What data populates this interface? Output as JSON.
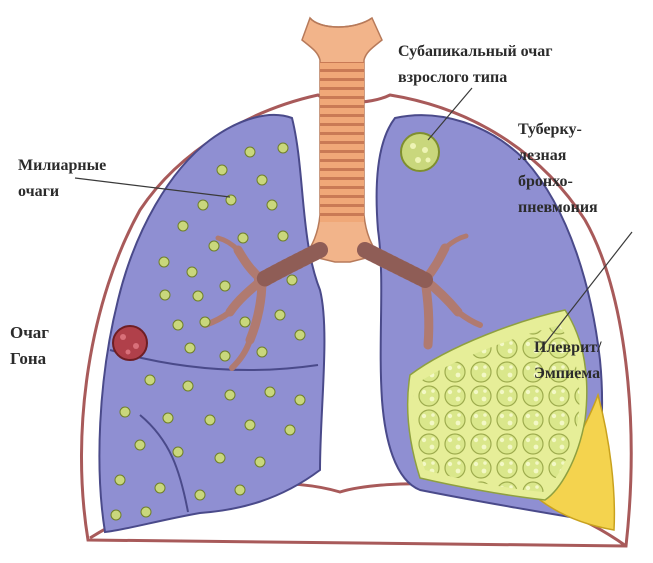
{
  "labels": {
    "miliary_line1": "Милиарные",
    "miliary_line2": "очаги",
    "ghon_line1": "Очаг",
    "ghon_line2": "Гона",
    "subapical_line1": "Субапикальный очаг",
    "subapical_line2": "взрослого типа",
    "tb_line1": "Туберку-",
    "tb_line2": "лезная",
    "tb_line3": "бронхо-",
    "tb_line4": "пневмония",
    "pleurisy_line1": "Плеврит/",
    "pleurisy_line2": "Эмпиема"
  },
  "colors": {
    "lung": "#8f8fd2",
    "lung_dark": "#6f6fb8",
    "trachea": "#f2b48a",
    "bronchi": "#b07a70",
    "miliary_focus": "#c9d77c",
    "ghon_focus": "#b0404a",
    "pneumonia": "#e6ee98",
    "effusion": "#f4d34e",
    "chest_outline": "#a85a5a"
  }
}
